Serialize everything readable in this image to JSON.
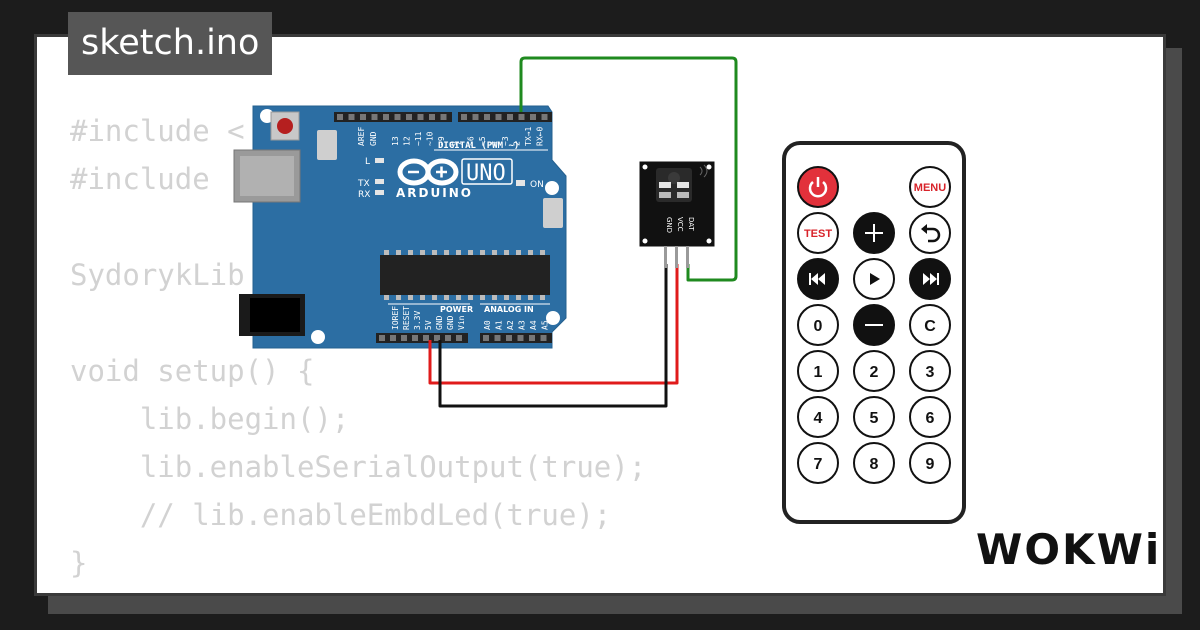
{
  "title": "sketch.ino",
  "code": {
    "lines": [
      "#include <",
      "#include ",
      "",
      "SydorykLib",
      "",
      "void setup() {",
      "    lib.begin();",
      "    lib.enableSerialOutput(true);",
      "    // lib.enableEmbdLed(true);",
      "}"
    ]
  },
  "arduino": {
    "logo_text": "ARDUINO",
    "model": "UNO",
    "on_label": "ON",
    "led_labels": [
      "L",
      "TX",
      "RX"
    ],
    "digital_header": "DIGITAL (PWM ~)",
    "power_header": "POWER",
    "analog_header": "ANALOG IN",
    "top_pins": [
      "AREF",
      "GND",
      "13",
      "12",
      "~11",
      "~10",
      "~9",
      "8",
      "7",
      "~6",
      "~5",
      "4",
      "~3",
      "2",
      "TX→1",
      "RX←0"
    ],
    "power_pins": [
      "IOREF",
      "RESET",
      "3.3V",
      "5V",
      "GND",
      "GND",
      "Vin"
    ],
    "analog_pins": [
      "A0",
      "A1",
      "A2",
      "A3",
      "A4",
      "A5"
    ]
  },
  "ir_receiver": {
    "pins": [
      "GND",
      "VCC",
      "DAT"
    ]
  },
  "remote": {
    "rows": [
      [
        "power-icon",
        "",
        "MENU"
      ],
      [
        "TEST",
        "plus-icon",
        "back-icon"
      ],
      [
        "prev-icon",
        "play-icon",
        "next-icon"
      ],
      [
        "0",
        "minus-icon",
        "C"
      ],
      [
        "1",
        "2",
        "3"
      ],
      [
        "4",
        "5",
        "6"
      ],
      [
        "7",
        "8",
        "9"
      ]
    ]
  },
  "colors": {
    "board": "#2c6ea3",
    "wire_signal": "#1f8a1f",
    "wire_vcc": "#e01b1b",
    "wire_gnd": "#111111",
    "power_button": "#e2313b"
  },
  "logo": "WOKWi"
}
